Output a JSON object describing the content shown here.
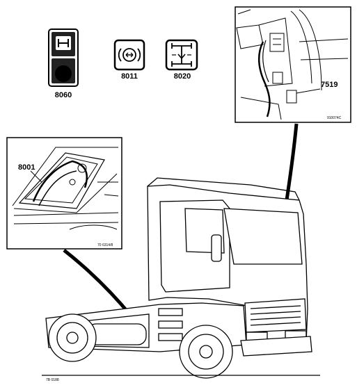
{
  "callouts": {
    "switch_8060": "8060",
    "switch_8011": "8011",
    "switch_8020": "8020",
    "component_7519": "7519",
    "component_8001": "8001"
  },
  "figure_refs": {
    "inset_top_right": "910074C",
    "inset_left": "70 6314/8",
    "main": "7B 0188"
  },
  "colors": {
    "line": "#000000",
    "background": "#ffffff"
  }
}
